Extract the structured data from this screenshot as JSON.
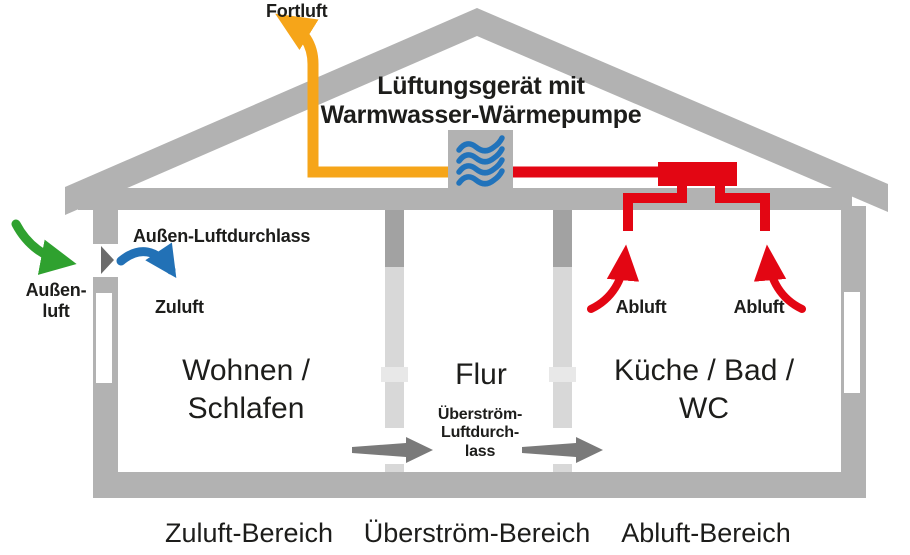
{
  "colors": {
    "structure": "#b2b2b2",
    "wall_light": "#d8d8d8",
    "wall_dark": "#a2a2a2",
    "wall_tab": "#e8e8e8",
    "red": "#e30613",
    "orange": "#f6a519",
    "green": "#2fa12f",
    "blue": "#2271b6",
    "wave_blue": "#2173bb",
    "arrow_gray": "#7a7a7a",
    "vent_dark": "#6b6b6b",
    "text": "#1d1d1b",
    "background": "#ffffff"
  },
  "labels": {
    "fortluft": "Fortluft",
    "device_title": "Lüftungsgerät mit\nWarmwasser-Wärmepumpe",
    "aussen_luftdurchlass": "Außen-Luftdurchlass",
    "aussenluft": "Außen-\nluft",
    "zuluft": "Zuluft",
    "abluft_left": "Abluft",
    "abluft_right": "Abluft",
    "ueberstroem_luftdurchlass": "Überström-\nLuftdurch-\nlass"
  },
  "rooms": {
    "left": "Wohnen /\nSchlafen",
    "middle": "Flur",
    "right": "Küche / Bad /\nWC"
  },
  "zones": {
    "left": "Zuluft-Bereich",
    "middle": "Überström-Bereich",
    "right": "Abluft-Bereich"
  }
}
